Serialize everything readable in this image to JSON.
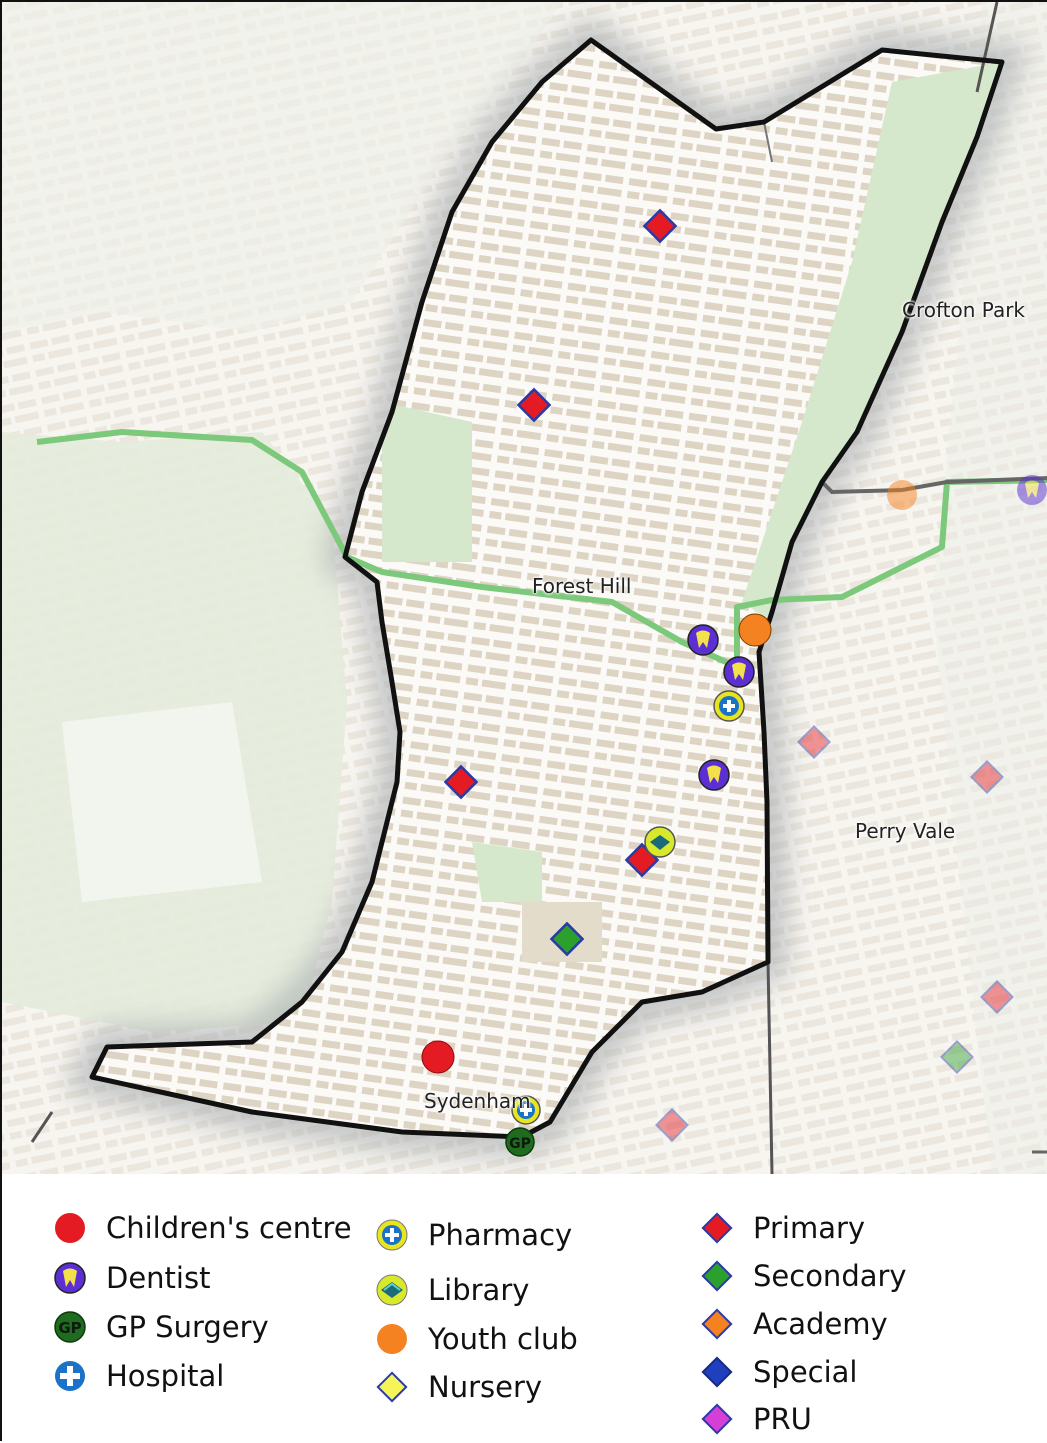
{
  "map": {
    "places": [
      {
        "id": "crofton-park",
        "label": "Crofton Park"
      },
      {
        "id": "forest-hill",
        "label": "Forest Hill"
      },
      {
        "id": "perry-vale",
        "label": "Perry Vale"
      },
      {
        "id": "sydenham",
        "label": "Sydenham"
      }
    ],
    "colors": {
      "background": "#f7f5f0",
      "building": "#ddd4c4",
      "green_space": "#d6e8cc",
      "route": "#7cc97c",
      "boundary": "#111111",
      "rail": "#555555"
    }
  },
  "legend": {
    "columns": [
      [
        {
          "key": "childrens-centre",
          "label": "Children's centre",
          "icon": "red-circle",
          "color": "#e51b24"
        },
        {
          "key": "dentist",
          "label": "Dentist",
          "icon": "purple-tooth-circle",
          "color": "#5b2fd4"
        },
        {
          "key": "gp-surgery",
          "label": "GP Surgery",
          "icon": "green-gp-circle",
          "color": "#1f6b1f"
        },
        {
          "key": "hospital",
          "label": "Hospital",
          "icon": "blue-cross-circle",
          "color": "#1a73c9"
        }
      ],
      [
        {
          "key": "pharmacy",
          "label": "Pharmacy",
          "icon": "yellow-cross-circle",
          "color": "#e8e51f"
        },
        {
          "key": "library",
          "label": "Library",
          "icon": "yellow-book-circle",
          "color": "#d8e82a"
        },
        {
          "key": "youth-club",
          "label": "Youth club",
          "icon": "orange-circle",
          "color": "#f58220"
        },
        {
          "key": "nursery",
          "label": "Nursery",
          "icon": "yellow-diamond",
          "color": "#f5f55a"
        }
      ],
      [
        {
          "key": "primary",
          "label": "Primary",
          "icon": "red-diamond",
          "color": "#e51b24"
        },
        {
          "key": "secondary",
          "label": "Secondary",
          "icon": "green-diamond",
          "color": "#2ca02c"
        },
        {
          "key": "academy",
          "label": "Academy",
          "icon": "orange-diamond",
          "color": "#f58220"
        },
        {
          "key": "special",
          "label": "Special",
          "icon": "blue-diamond",
          "color": "#1f3fbf"
        },
        {
          "key": "pru",
          "label": "PRU",
          "icon": "magenta-diamond",
          "color": "#d63fd6"
        }
      ]
    ]
  }
}
